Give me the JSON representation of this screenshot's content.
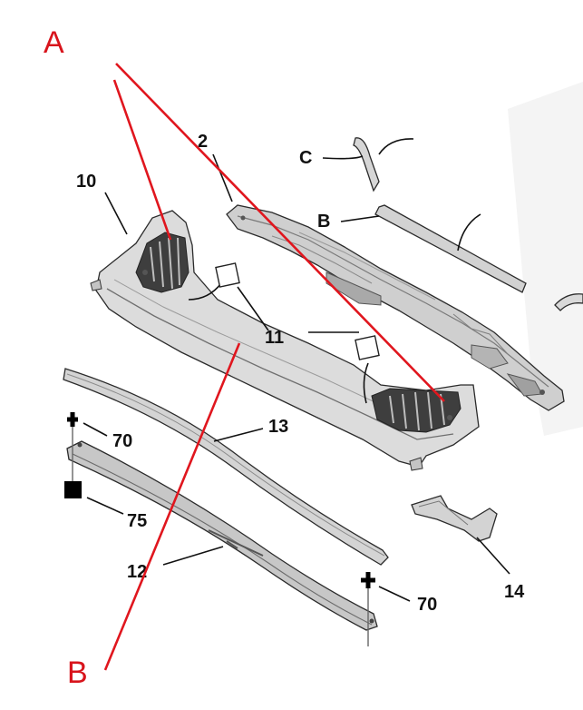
{
  "diagram": {
    "annotation_labels": {
      "a": "A",
      "b": "B"
    },
    "callouts": {
      "c2": "2",
      "c10": "10",
      "cC": "C",
      "cB": "B",
      "c11": "11",
      "c13": "13",
      "c70_left": "70",
      "c75": "75",
      "c12": "12",
      "c14": "14",
      "c70_right": "70"
    },
    "colors": {
      "annotation": "#e0161e",
      "part_fill_light": "#e6e6e6",
      "part_fill_mid": "#c9c9c9",
      "part_fill_dark": "#8f8f8f",
      "grille_dark": "#3a3a3a"
    }
  }
}
